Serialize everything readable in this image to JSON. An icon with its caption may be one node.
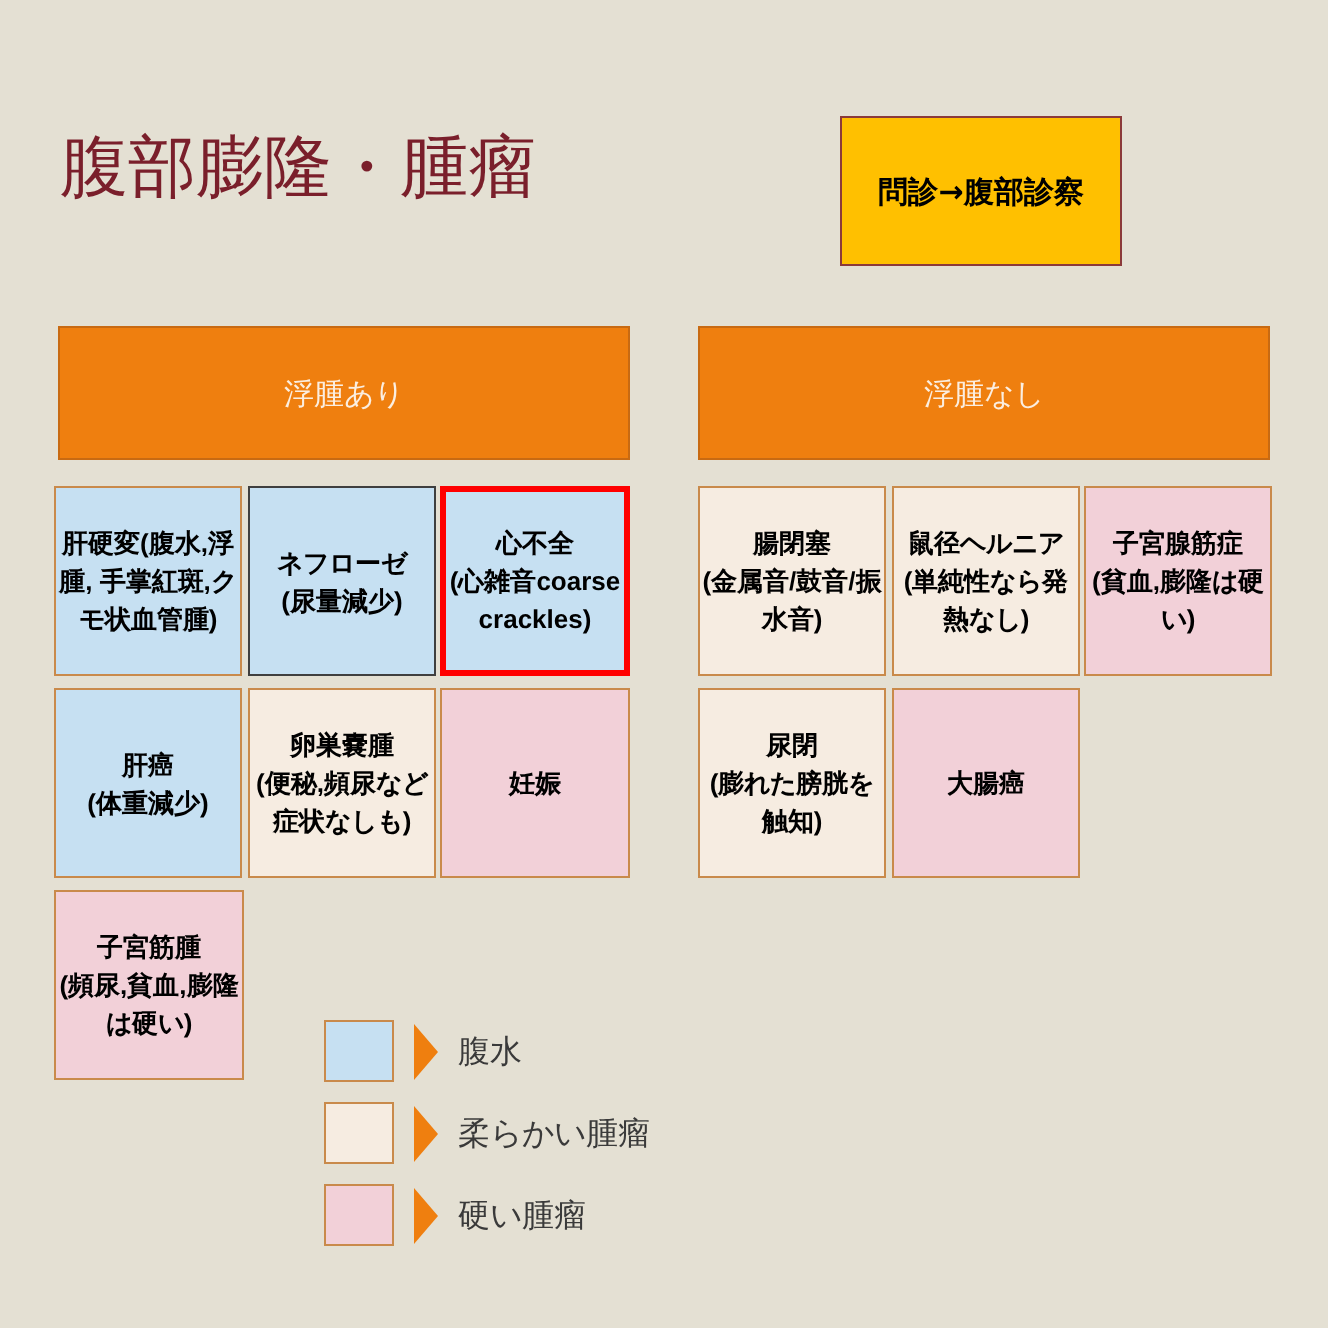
{
  "diagram": {
    "title": "腹部膨隆・腫瘤",
    "nodes": [
      {
        "text": [
          "問診→腹部診察"
        ]
      },
      {
        "text": [
          "浮腫あり"
        ]
      },
      {
        "text": [
          "浮腫なし"
        ]
      },
      {
        "text": [
          "肝硬変(腹水,浮腫, 手掌紅斑,クモ状血管腫)"
        ]
      },
      {
        "text": [
          "ネフローゼ",
          "(尿量減少)"
        ]
      },
      {
        "text": [
          "心不全",
          "(心雑音coarse crackles)"
        ]
      },
      {
        "text": [
          "肝癌",
          "(体重減少)"
        ]
      },
      {
        "text": [
          "卵巣嚢腫",
          "(便秘,頻尿など症状なしも)"
        ]
      },
      {
        "text": [
          "妊娠"
        ]
      },
      {
        "text": [
          "子宮筋腫",
          "(頻尿,貧血,膨隆は硬い)"
        ]
      },
      {
        "text": [
          "腸閉塞",
          "(金属音/鼓音/振水音)"
        ]
      },
      {
        "text": [
          "鼠径ヘルニア",
          "(単純性なら発熱なし)"
        ]
      },
      {
        "text": [
          "子宮腺筋症",
          "(貧血,膨隆は硬い)"
        ]
      },
      {
        "text": [
          "尿閉",
          "(膨れた膀胱を触知)"
        ]
      },
      {
        "text": [
          "大腸癌"
        ]
      }
    ],
    "legend": [
      {
        "text": "腹水",
        "color": "#c6e0f2"
      },
      {
        "text": "柔らかい腫瘤",
        "color": "#f6ece1"
      },
      {
        "text": "硬い腫瘤",
        "color": "#f2d0d8"
      }
    ]
  }
}
